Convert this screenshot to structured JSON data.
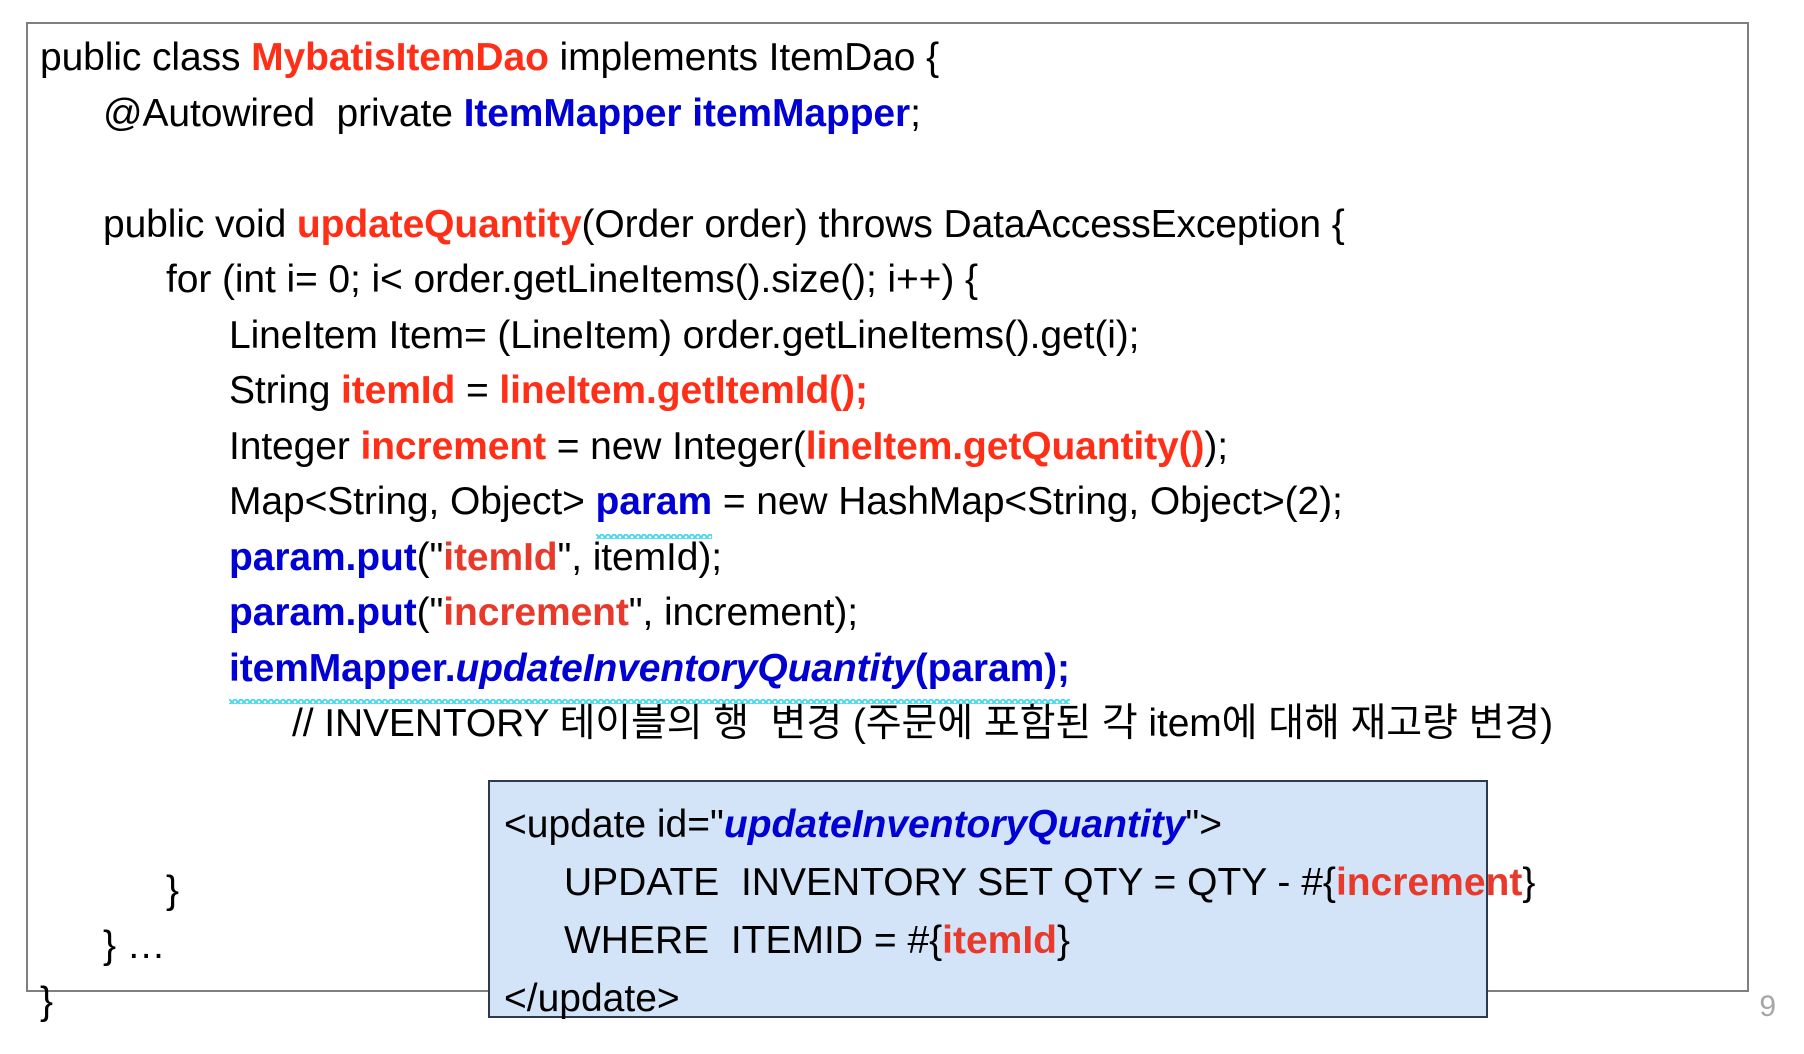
{
  "slide": {
    "page_number": "9",
    "colors": {
      "keyword_red": "#ff2e17",
      "identifier_blue": "#0000d4",
      "callout_background": "#d3e4f8",
      "callout_border": "#2e3b4e",
      "squiggle": "#39d6ee",
      "frame_border": "#7f7f7f",
      "page_number": "#a6a6a6"
    }
  },
  "code": {
    "lines": [
      {
        "id": "line-class-decl",
        "indent": 0,
        "tokens": [
          {
            "text": "public class ",
            "style": "blk"
          },
          {
            "text": "MybatisItemDao",
            "style": "red"
          },
          {
            "text": " implements ItemDao {",
            "style": "blk"
          }
        ]
      },
      {
        "id": "line-autowired-field",
        "indent": 1,
        "tokens": [
          {
            "text": "@Autowired  private ",
            "style": "blk"
          },
          {
            "text": "ItemMapper itemMapper",
            "style": "blue"
          },
          {
            "text": ";",
            "style": "blk"
          }
        ]
      },
      {
        "id": "line-blank-1",
        "indent": 0,
        "tokens": []
      },
      {
        "id": "line-method-signature",
        "indent": 1,
        "tokens": [
          {
            "text": "public void ",
            "style": "blk"
          },
          {
            "text": "updateQuantity",
            "style": "red"
          },
          {
            "text": "(Order order) throws DataAccessException {",
            "style": "blk"
          }
        ]
      },
      {
        "id": "line-for-loop",
        "indent": 2,
        "tokens": [
          {
            "text": "for (int i= 0; i< order.getLineItems().size(); i++) {",
            "style": "blk"
          }
        ]
      },
      {
        "id": "line-lineitem-cast",
        "indent": 3,
        "tokens": [
          {
            "text": "LineItem Item= (LineItem) order.getLineItems().get(i);",
            "style": "blk"
          }
        ]
      },
      {
        "id": "line-string-itemid",
        "indent": 3,
        "tokens": [
          {
            "text": "String ",
            "style": "blk"
          },
          {
            "text": "itemId",
            "style": "red"
          },
          {
            "text": " = ",
            "style": "blk"
          },
          {
            "text": "lineItem.getItemId();",
            "style": "red"
          }
        ]
      },
      {
        "id": "line-integer-increment",
        "indent": 3,
        "tokens": [
          {
            "text": "Integer ",
            "style": "blk"
          },
          {
            "text": "increment",
            "style": "red"
          },
          {
            "text": " = new Integer(",
            "style": "blk"
          },
          {
            "text": "lineItem.getQuantity()",
            "style": "red"
          },
          {
            "text": ");",
            "style": "blk"
          }
        ]
      },
      {
        "id": "line-map-param",
        "indent": 3,
        "tokens": [
          {
            "text": "Map<String, Object> ",
            "style": "blk"
          },
          {
            "text": "param",
            "style": "blue",
            "squiggle": true
          },
          {
            "text": " = new HashMap<String, Object>(2);",
            "style": "blk"
          }
        ]
      },
      {
        "id": "line-param-put-itemid",
        "indent": 3,
        "tokens": [
          {
            "text": "param.put",
            "style": "blue"
          },
          {
            "text": "(\"",
            "style": "blk"
          },
          {
            "text": "itemId",
            "style": "redp"
          },
          {
            "text": "\", itemId);",
            "style": "blk"
          }
        ]
      },
      {
        "id": "line-param-put-increment",
        "indent": 3,
        "tokens": [
          {
            "text": "param.put",
            "style": "blue"
          },
          {
            "text": "(\"",
            "style": "blk"
          },
          {
            "text": "increment",
            "style": "redp"
          },
          {
            "text": "\", increment);",
            "style": "blk"
          }
        ]
      },
      {
        "id": "line-itemmapper-call",
        "indent": 3,
        "tokens": [
          {
            "text": "itemMapper.",
            "style": "blue"
          },
          {
            "text": "updateInventoryQuantity",
            "style": "blue-i"
          },
          {
            "text": "(param);",
            "style": "blue",
            "squiggle_group": true
          }
        ]
      },
      {
        "id": "line-korean-comment",
        "indent": 4,
        "tokens": [
          {
            "text": "// INVENTORY 테이블의 행  변경 (주문에 포함된 각 item에 대해 재고량 변경)",
            "style": "blk"
          }
        ]
      },
      {
        "id": "line-blank-2",
        "indent": 0,
        "tokens": []
      },
      {
        "id": "line-blank-3",
        "indent": 0,
        "tokens": []
      },
      {
        "id": "line-close-for",
        "indent": 2,
        "tokens": [
          {
            "text": "}",
            "style": "blk"
          }
        ]
      },
      {
        "id": "line-close-method",
        "indent": 1,
        "tokens": [
          {
            "text": "} …",
            "style": "blk"
          }
        ]
      },
      {
        "id": "line-close-class",
        "indent": 0,
        "tokens": [
          {
            "text": "}",
            "style": "blk"
          }
        ]
      }
    ]
  },
  "xml_callout": {
    "lines": [
      {
        "id": "xml-open-update",
        "indent": 0,
        "tokens": [
          {
            "text": "<update id=\"",
            "style": "blk"
          },
          {
            "text": "updateInventoryQuantity",
            "style": "blue-i"
          },
          {
            "text": "\">",
            "style": "blk"
          }
        ]
      },
      {
        "id": "xml-update-statement",
        "indent": 1,
        "tokens": [
          {
            "text": "UPDATE  INVENTORY SET QTY = QTY - #{",
            "style": "blk"
          },
          {
            "text": "increment",
            "style": "redp"
          },
          {
            "text": "}",
            "style": "blk"
          }
        ]
      },
      {
        "id": "xml-where-clause",
        "indent": 1,
        "tokens": [
          {
            "text": "WHERE  ITEMID = #{",
            "style": "blk"
          },
          {
            "text": "itemId",
            "style": "redp"
          },
          {
            "text": "}",
            "style": "blk"
          }
        ]
      },
      {
        "id": "xml-close-update",
        "indent": 0,
        "tokens": [
          {
            "text": "</update>",
            "style": "blk"
          }
        ]
      }
    ]
  }
}
